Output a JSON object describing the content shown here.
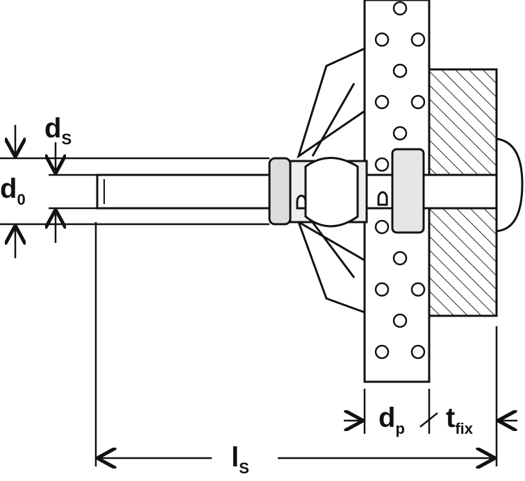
{
  "labels": {
    "ds": {
      "main": "d",
      "sub": "S"
    },
    "d0": {
      "main": "d",
      "sub": "0"
    },
    "dp": {
      "main": "d",
      "sub": "p"
    },
    "tfix": {
      "main": "t",
      "sub": "fix"
    },
    "ls": {
      "main": "l",
      "sub": "S"
    }
  },
  "colors": {
    "line": "#111111",
    "fill": "#ffffff",
    "part": "#d8d8d8"
  }
}
